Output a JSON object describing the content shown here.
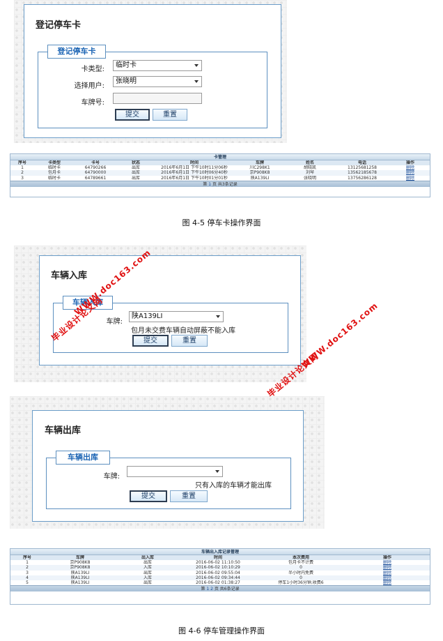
{
  "fig5": {
    "panel_title": "登记停车卡",
    "legend": "登记停车卡",
    "card_type_label": "卡类型:",
    "card_type_value": "临时卡",
    "user_label": "选择用户:",
    "user_value": "张晓明",
    "plate_label": "车牌号:",
    "submit": "提交",
    "reset": "重置",
    "caption": "图 4-5 停车卡操作界面"
  },
  "card_table": {
    "title": "卡管理",
    "headers": [
      "序号",
      "卡类型",
      "卡号",
      "状态",
      "时间",
      "车牌",
      "姓名",
      "电话",
      "操作"
    ],
    "rows": [
      [
        "1",
        "临时卡",
        "64790266",
        "出库",
        "2016年6月1日 下午10时11分06秒",
        "川C298K1",
        "胡晓凯",
        "13125681258",
        "删除"
      ],
      [
        "2",
        "包月卡",
        "64790000",
        "出库",
        "2016年6月1日 下午10时06分40秒",
        "京P908K8",
        "刘琴",
        "13562185678",
        "删除"
      ],
      [
        "3",
        "临时卡",
        "64789661",
        "出库",
        "2016年6月1日 下午10时01分01秒",
        "陕A139LI",
        "张晓明",
        "13756286128",
        "删除"
      ]
    ],
    "footer_pre": "第",
    "footer_page": "1",
    "footer_post": "页  共3条记录"
  },
  "entry": {
    "panel_title": "车辆入库",
    "legend": "车辆入库",
    "plate_label": "车牌:",
    "plate_value": "陕A139LI",
    "hint": "包月未交费车辆自动屏蔽不能入库",
    "submit": "提交",
    "reset": "重置"
  },
  "exit": {
    "panel_title": "车辆出库",
    "legend": "车辆出库",
    "plate_label": "车牌:",
    "plate_value": "",
    "hint": "只有入库的车辆才能出库",
    "submit": "提交",
    "reset": "重置"
  },
  "record_table": {
    "title": "车辆出入库记录管理",
    "headers": [
      "序号",
      "车牌",
      "出入库",
      "时间",
      "本次费用",
      "操作"
    ],
    "rows": [
      [
        "1",
        "京P908K8",
        "出库",
        "2016-06-02 11:10:50",
        "包月卡不计费",
        "删除"
      ],
      [
        "2",
        "京P908K8",
        "入库",
        "2016-06-02 10:10:29",
        "0",
        "删除"
      ],
      [
        "3",
        "陕A139LI",
        "出库",
        "2016-06-02 09:55:04",
        "半小时内免费",
        "删除"
      ],
      [
        "4",
        "陕A139LI",
        "入库",
        "2016-06-02 09:34:44",
        "0",
        "删除"
      ],
      [
        "5",
        "陕A139LI",
        "出库",
        "2016-06-02 01:38:27",
        "停车1小时36分钟,收费6",
        "删除"
      ]
    ],
    "footer_pre": "第",
    "footer_pages": [
      "1",
      "2"
    ],
    "footer_post": "页  共6条记录"
  },
  "caption6": "图 4-6 停车管理操作界面",
  "watermark": {
    "site": "WWW.doc163.com",
    "cn": "毕业设计论文网",
    "color": "#e01010"
  }
}
